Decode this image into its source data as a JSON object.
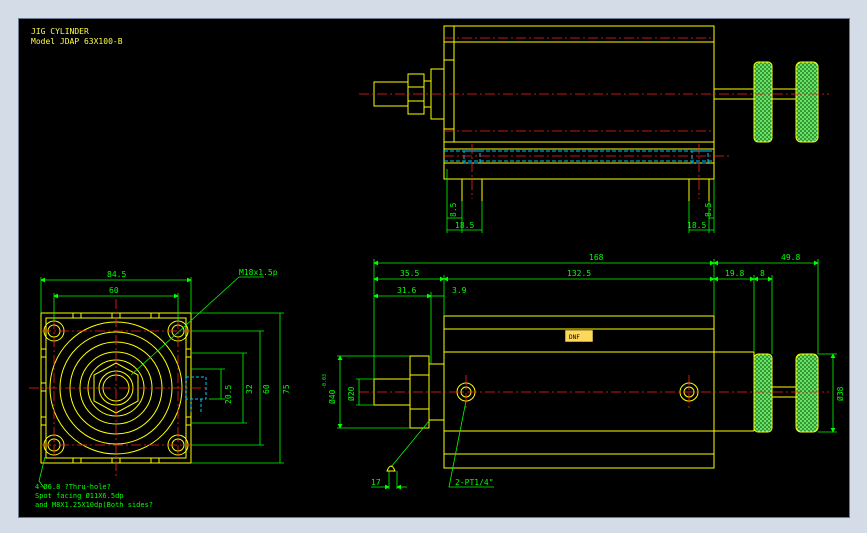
{
  "header": {
    "title": "JIG CYLINDER",
    "model": "Model  JDAP 63X100-B"
  },
  "colors": {
    "background": "#000000",
    "outline": "#ffff00",
    "dimension": "#00ff00",
    "centerline": "#ff2020",
    "hidden": "#00c8ff",
    "knurl": "#3fc83f",
    "page": "#d4dce8"
  },
  "top_view": {
    "dim_left_small": "8.5",
    "dim_right_small": "8.5",
    "dim_left_bottom": "18.5",
    "dim_right_bottom": "18.5"
  },
  "end_view": {
    "width_outer": "84.5",
    "width_inner": "60",
    "thread_callout": "M18x1.5p",
    "dim_20_5": "20.5",
    "dim_32": "32",
    "dim_60": "60",
    "dim_75": "75",
    "note_line1": "4-Ø6.8  ?Thru-hole?",
    "note_line2": "Spot facing  Ø11X6.5dp",
    "note_line3": "and M8X1.25X10dp(Both sides?"
  },
  "front_view": {
    "overall_length": "168",
    "stroke_length": "132.5",
    "rod_extension": "35.5",
    "dim_31_6": "31.6",
    "dim_3_9": "3.9",
    "adjuster_total": "49.8",
    "adjuster_part1": "19.8",
    "adjuster_part2": "8",
    "rod_dia": "Ø20",
    "rod_flange_dia": "Ø40",
    "rod_flange_tol": "-0.03",
    "knob_dia": "Ø38",
    "dim_17": "17",
    "port_callout": "2-PT1/4\"",
    "label_plate": "DNF"
  }
}
